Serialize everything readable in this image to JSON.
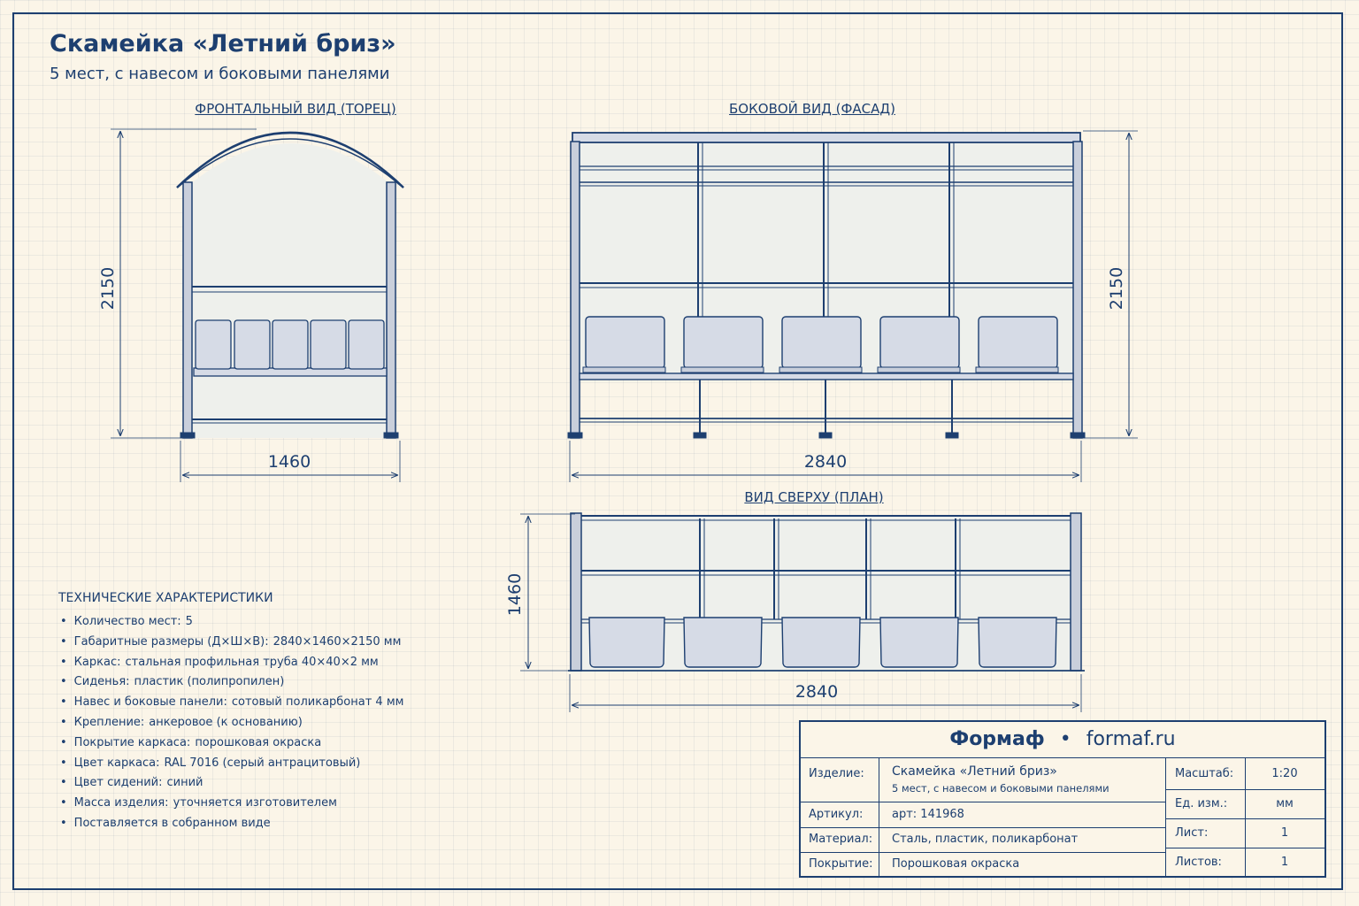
{
  "header": {
    "title": "Скамейка «Летний бриз»",
    "subtitle": "5 мест, с навесом и боковыми панелями"
  },
  "views": {
    "front_label": "ФРОНТАЛЬНЫЙ ВИД (ТОРЕЦ)",
    "side_label": "БОКОВОЙ ВИД (ФАСАД)",
    "top_label": "ВИД СВЕРХУ (ПЛАН)"
  },
  "dimensions": {
    "front_height": "2150",
    "front_width": "1460",
    "side_height": "2150",
    "side_width": "2840",
    "top_depth": "1460",
    "top_width": "2840"
  },
  "specs": {
    "heading": "ТЕХНИЧЕСКИЕ ХАРАКТЕРИСТИКИ",
    "items": [
      {
        "key": "Количество мест:",
        "value": "5"
      },
      {
        "key": "Габаритные размеры (Д×Ш×В):",
        "value": "2840×1460×2150 мм"
      },
      {
        "key": "Каркас:",
        "value": "стальная профильная труба 40×40×2 мм"
      },
      {
        "key": "Сиденья:",
        "value": "пластик (полипропилен)"
      },
      {
        "key": "Навес и боковые панели:",
        "value": "сотовый поликарбонат 4 мм"
      },
      {
        "key": "Крепление:",
        "value": "анкеровое (к основанию)"
      },
      {
        "key": "Покрытие каркаса:",
        "value": "порошковая окраска"
      },
      {
        "key": "Цвет каркаса:",
        "value": "RAL 7016 (серый антрацитовый)"
      },
      {
        "key": "Цвет сидений:",
        "value": "синий"
      },
      {
        "key": "Масса изделия:",
        "value": "уточняется изготовителем"
      },
      {
        "key": "Поставляется в собранном виде",
        "value": ""
      }
    ]
  },
  "title_block": {
    "brand": "Формаф",
    "separator": "•",
    "site": "formaf.ru",
    "product_label": "Изделие:",
    "product_name": "Скамейка «Летний бриз»",
    "product_sub": "5 мест, с навесом и боковыми панелями",
    "article_label": "Артикул:",
    "article_value": "арт: 141968",
    "material_label": "Материал:",
    "material_value": "Сталь, пластик, поликарбонат",
    "coating_label": "Покрытие:",
    "coating_value": "Порошковая окраска",
    "scale_label": "Масштаб:",
    "scale_value": "1:20",
    "unit_label": "Ед. изм.:",
    "unit_value": "мм",
    "sheet_label": "Лист:",
    "sheet_value": "1",
    "sheets_label": "Листов:",
    "sheets_value": "1"
  },
  "colors": {
    "ink": "#1d3f70",
    "paper": "#fbf5e8",
    "seat_fill": "#d6dbe6",
    "panel_fill": "#eef0ec"
  }
}
